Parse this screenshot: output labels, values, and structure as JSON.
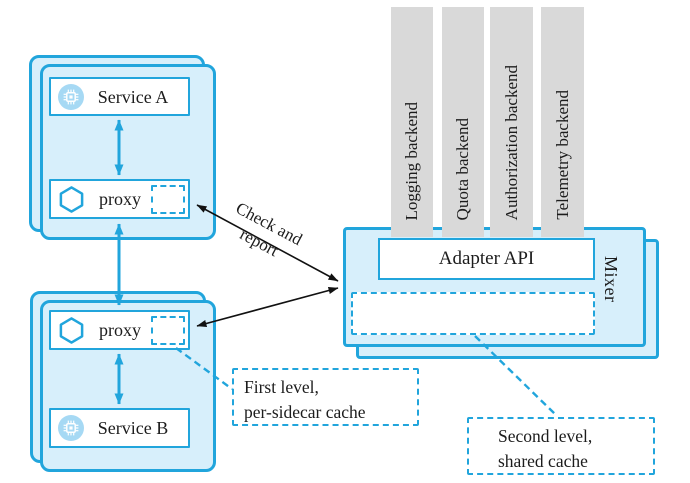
{
  "diagram": {
    "pod_a": {
      "service": "Service A",
      "proxy": "proxy"
    },
    "pod_b": {
      "service": "Service B",
      "proxy": "proxy"
    },
    "mixer": {
      "title": "Mixer",
      "adapter_api": "Adapter API"
    },
    "backends": [
      "Logging backend",
      "Quota backend",
      "Authorization backend",
      "Telemetry backend"
    ],
    "labels": {
      "check_report_l1": "Check and",
      "check_report_l2": "report",
      "first_level_l1": "First level,",
      "first_level_l2": "per-sidecar cache",
      "second_level_l1": "Second level,",
      "second_level_l2": "shared cache"
    },
    "icons": {
      "service": "microchip-icon",
      "proxy": "hexagon-icon",
      "cache": "dashed-cache-placeholder"
    },
    "colors": {
      "blue": "#21a5dc",
      "pod_fill": "#d7effb",
      "icon_circle_fill": "#a6d9f4",
      "backend_bar": "#d9d9d9",
      "ink": "#1c1c1c"
    }
  }
}
